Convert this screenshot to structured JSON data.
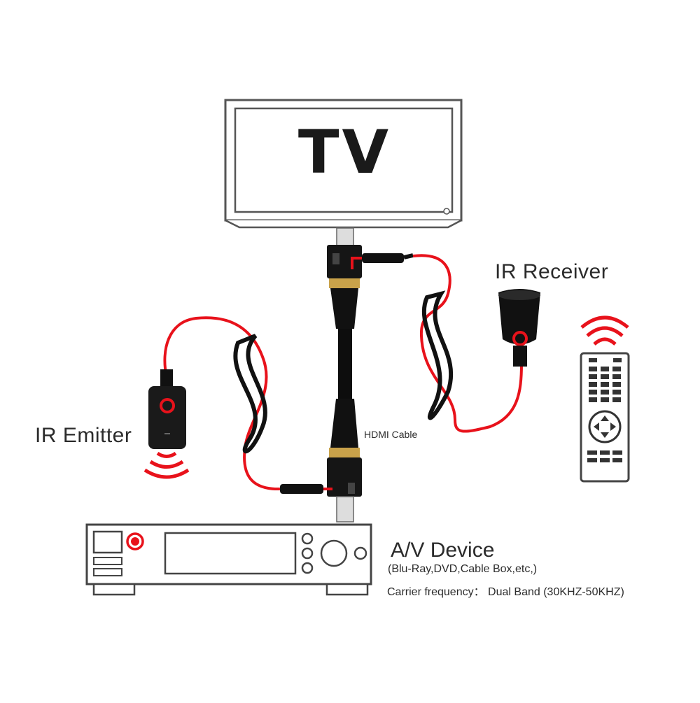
{
  "tv": {
    "label": "TV"
  },
  "ir_receiver": {
    "label": "IR Receiver"
  },
  "ir_emitter": {
    "label": "IR Emitter"
  },
  "hdmi": {
    "label": "HDMI Cable"
  },
  "av_device": {
    "title": "A/V Device",
    "subtitle": "(Blu-Ray,DVD,Cable Box,etc,)",
    "carrier": "Carrier frequency： Dual Band (30KHZ-50KHZ)"
  },
  "colors": {
    "cable_red": "#e8121b",
    "outline": "#4a4a4a",
    "black": "#111111"
  },
  "icons": [
    "tv-icon",
    "ir-receiver-icon",
    "ir-emitter-icon",
    "remote-control-icon",
    "av-device-icon",
    "signal-waves-icon",
    "hdmi-cable-icon"
  ]
}
